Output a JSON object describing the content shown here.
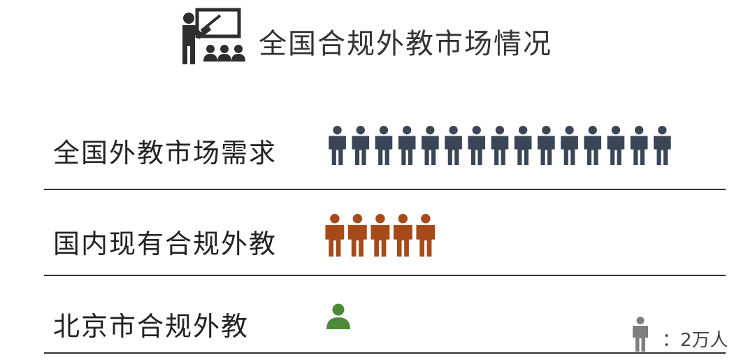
{
  "header": {
    "title": "全国合规外教市场情况",
    "icon": "teacher-presentation-icon"
  },
  "legend": {
    "icon": "person-icon",
    "text": "：2万人",
    "unit_value": 2,
    "unit": "万人",
    "color": "#7f7f7f"
  },
  "colors": {
    "demand": "#3a4556",
    "existing": "#a64a1a",
    "beijing": "#4c8a3a"
  },
  "chart_data": {
    "type": "pictograph",
    "title": "全国合规外教市场情况",
    "unit_per_icon": 2,
    "unit": "万人",
    "categories": [
      "全国外教市场需求",
      "国内现有合规外教",
      "北京市合规外教"
    ],
    "icon_counts": [
      15,
      5,
      0.5
    ],
    "values": [
      30,
      10,
      1
    ]
  }
}
